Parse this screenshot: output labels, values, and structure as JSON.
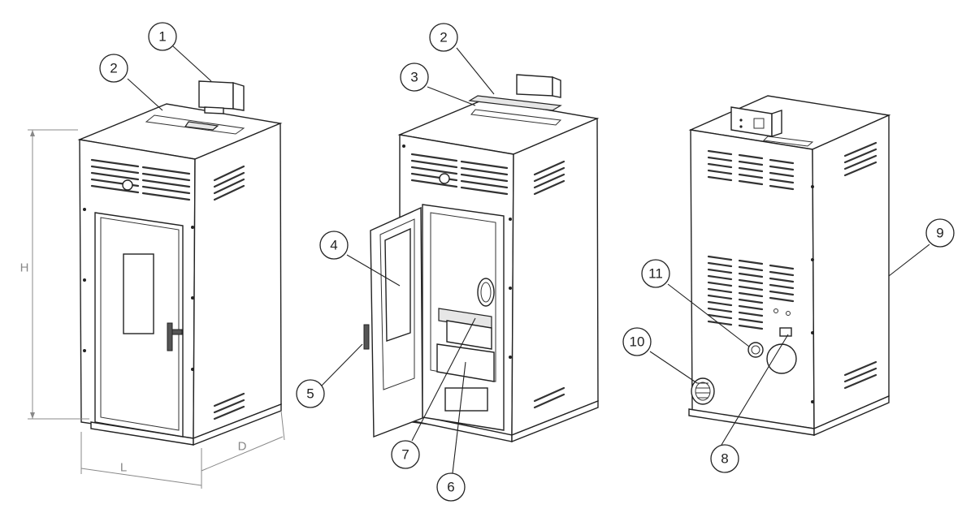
{
  "dimensions": {
    "height": "H",
    "length": "L",
    "depth": "D"
  },
  "callouts": [
    "1",
    "2",
    "2",
    "3",
    "4",
    "5",
    "6",
    "7",
    "8",
    "9",
    "10",
    "11"
  ]
}
